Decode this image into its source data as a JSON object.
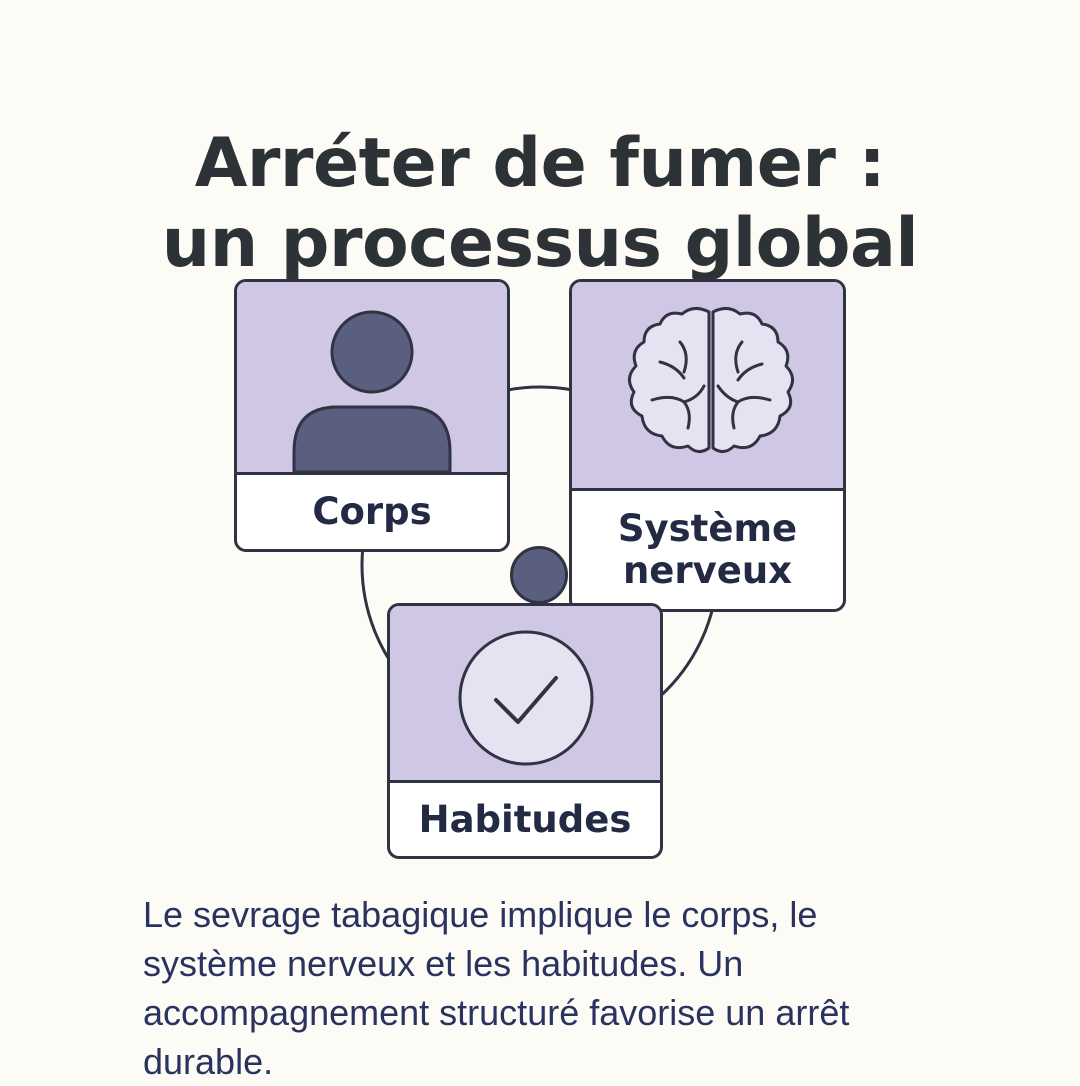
{
  "title": {
    "line1": "Arréter de fumer :",
    "line2": "un processus global"
  },
  "cards": {
    "corps": {
      "label": "Corps",
      "icon": "person-icon"
    },
    "systeme": {
      "label_line1": "Système",
      "label_line2": "nerveux",
      "icon": "brain-icon"
    },
    "habitudes": {
      "label": "Habitudes",
      "icon": "check-circle-icon"
    }
  },
  "description": "Le sevrage tabagique implique le corps, le système nerveux et les habitudes. Un accompagnement structuré favorise un arrêt durable.",
  "colors": {
    "background": "#fcfbf6",
    "card_art": "#cfc7e3",
    "outline": "#2f3342",
    "icon_fill": "#5a5f80",
    "text": "#2a3360"
  }
}
